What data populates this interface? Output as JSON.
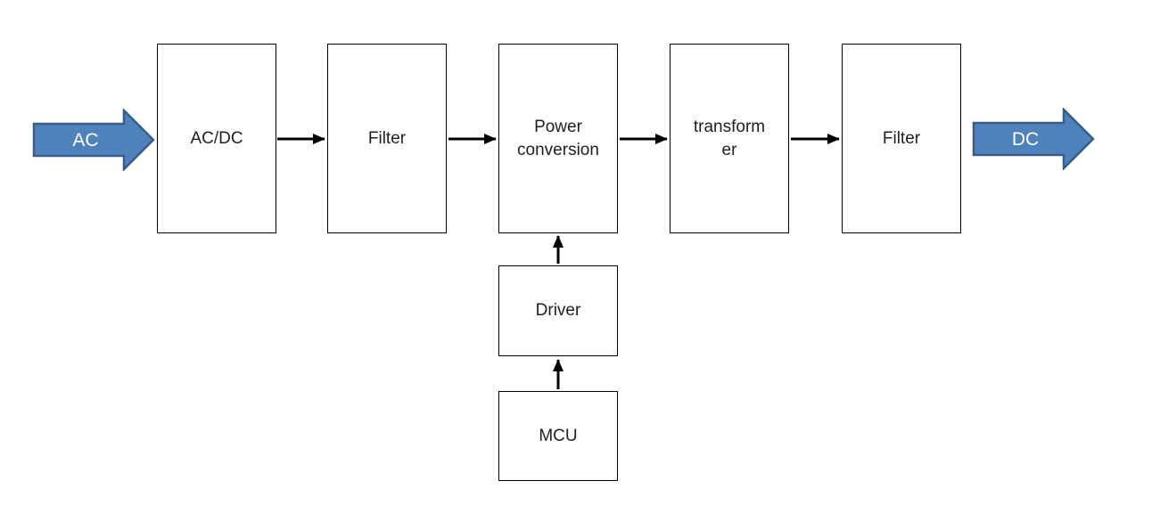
{
  "diagram": {
    "type": "block-flow-diagram",
    "colors": {
      "arrow_fill": "#4f81bd",
      "arrow_border": "#385d8a",
      "connector": "#000000",
      "box_border": "#000000",
      "box_fill": "#ffffff",
      "box_text": "#1f1f1f"
    },
    "input_arrow": {
      "label": "AC"
    },
    "output_arrow": {
      "label": "DC"
    },
    "main_flow": [
      {
        "label": "AC/DC"
      },
      {
        "label": "Filter"
      },
      {
        "label": "Power conversion"
      },
      {
        "label": "transform\ner"
      },
      {
        "label": "Filter"
      }
    ],
    "control_chain": [
      {
        "label": "Driver"
      },
      {
        "label": "MCU"
      }
    ]
  }
}
